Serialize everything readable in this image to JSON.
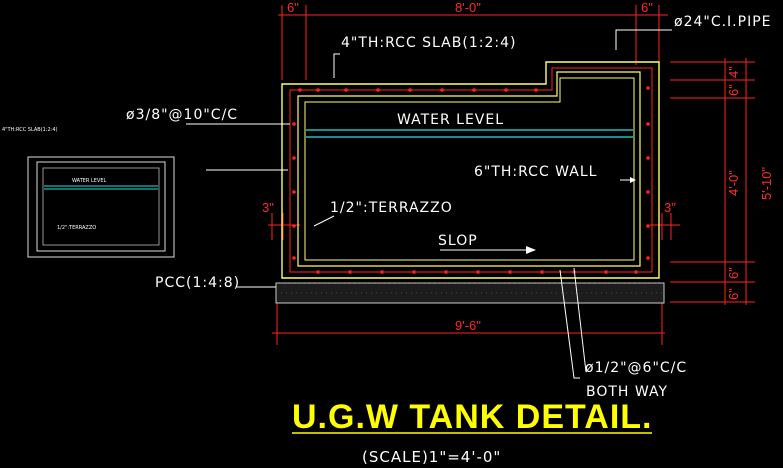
{
  "title": "U.G.W TANK DETAIL.",
  "scale": "(SCALE)1\"=4'-0\"",
  "labels": {
    "slab": "4\"TH:RCC SLAB(1:2:4)",
    "pipe": "ø24\"C.I.PIPE",
    "rebar_top": "ø3/8\"@10\"C/C",
    "water_level": "WATER LEVEL",
    "wall": "6\"TH:RCC WALL",
    "terrazzo": "1/2\":TERRAZZO",
    "slop": "SLOP",
    "pcc": "PCC(1:4:8)",
    "rebar_bottom": "ø1/2\"@6\"C/C",
    "both_way": "BOTH WAY"
  },
  "dimensions": {
    "top_left": "6\"",
    "top_mid": "8'-0\"",
    "top_right": "6\"",
    "left_side": "3\"",
    "right_side": "3\"",
    "bottom": "9'-6\"",
    "right_a": "4\"",
    "right_b": "6\"",
    "right_height": "4'-0\"",
    "right_bottom_a": "6\"",
    "right_bottom_b": "6\"",
    "right_total": "5'-10\""
  },
  "thumbnail": {
    "slab": "4\"TH:RCC SLAB(1:2:4)",
    "water_level": "WATER LEVEL",
    "terrazzo": "1/2\":TERRAZZO"
  },
  "colors": {
    "background": "#000000",
    "wall": "#ffff66",
    "rebar": "#ff2222",
    "water": "#22e5e5",
    "title": "#ffff00"
  }
}
